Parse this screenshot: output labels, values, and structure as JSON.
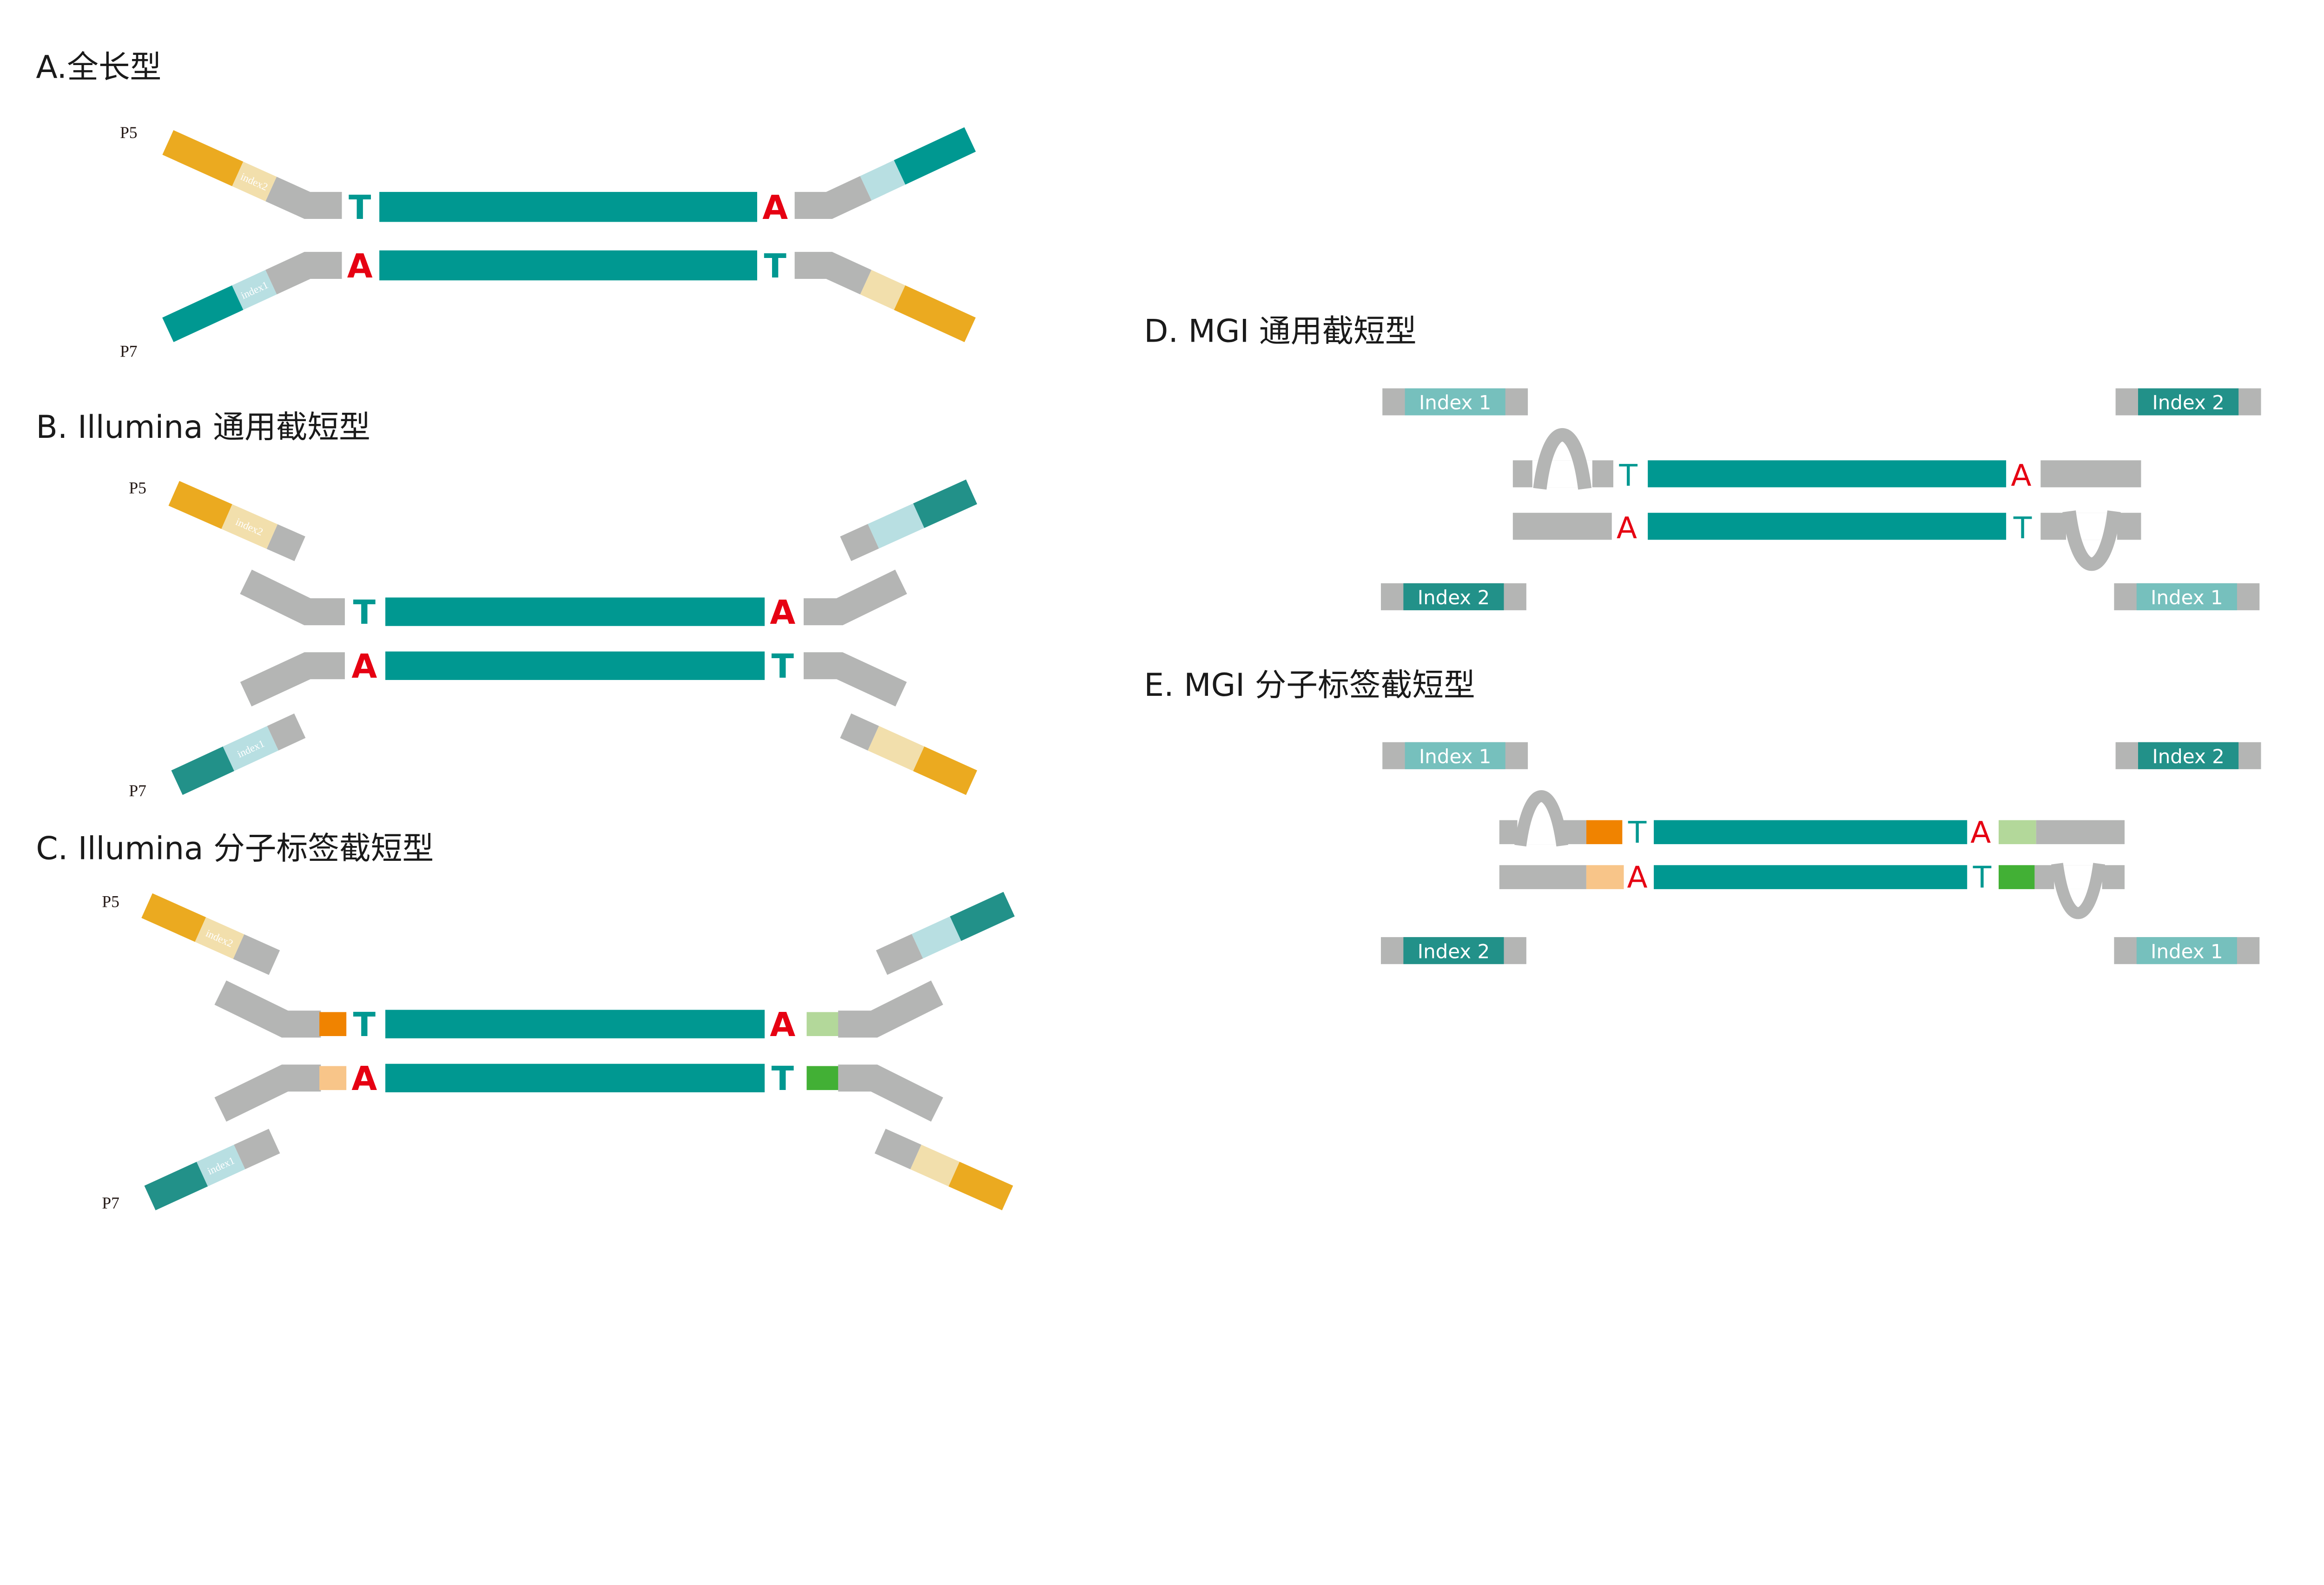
{
  "panels": {
    "a": {
      "title": "A.全长型",
      "p5": "P5",
      "p7": "P7",
      "index1": "index1",
      "index2": "index2"
    },
    "b": {
      "title": "B. Illumina 通用截短型",
      "p5": "P5",
      "p7": "P7",
      "index1": "index1",
      "index2": "index2"
    },
    "c": {
      "title": "C. Illumina 分子标签截短型",
      "p5": "P5",
      "p7": "P7",
      "index1": "index1",
      "index2": "index2"
    },
    "d": {
      "title": "D. MGI 通用截短型",
      "index1": "Index 1",
      "index2": "Index 2"
    },
    "e": {
      "title": "E. MGI 分子标签截短型",
      "index1": "Index 1",
      "index2": "Index 2"
    }
  },
  "bases": {
    "t": "T",
    "a": "A"
  },
  "colors": {
    "insert": "#009891",
    "adapter_gray": "#B4B5B4",
    "p5_orange": "#EBAA20",
    "index2_beige": "#F2DFAC",
    "index1_lightblue": "#B8DFE2",
    "p7_teal": "#009891",
    "p7_dark_teal": "#229189",
    "index_light_teal": "#76C0BD",
    "base_t": "#009891",
    "base_a": "#E60012",
    "umi_orange": "#F08300",
    "umi_peach": "#F8C589",
    "umi_light_green": "#B3D89A",
    "umi_green": "#42B035"
  }
}
